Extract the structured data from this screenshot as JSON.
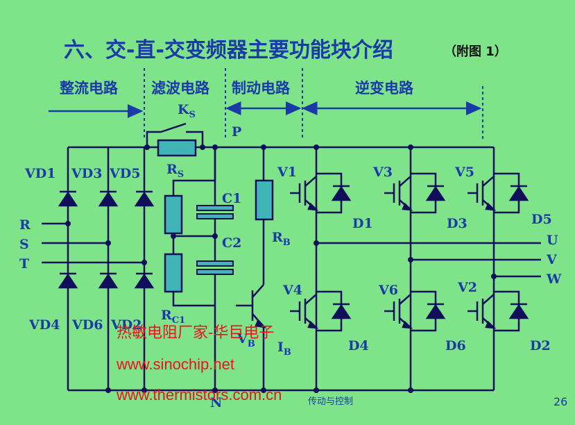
{
  "title": "六、交-直-交变频器主要功能块介绍",
  "figure_ref": "（附图 1）",
  "sections": [
    {
      "label": "整流电路"
    },
    {
      "label": "滤波电路"
    },
    {
      "label": "制动电路"
    },
    {
      "label": "逆变电路"
    }
  ],
  "labels": {
    "ks": "K",
    "ks_sub": "S",
    "rs": "R",
    "rs_sub": "S",
    "rc": "R",
    "rc_sub": "C1",
    "c1": "C1",
    "c2": "C2",
    "p": "P",
    "n": "N",
    "rb": "R",
    "rb_sub": "B",
    "vb": "V",
    "vb_sub": "B",
    "ib": "I",
    "ib_sub": "B",
    "r": "R",
    "s": "S",
    "t": "T",
    "u": "U",
    "v": "V",
    "w": "W",
    "vd1": "VD1",
    "vd3": "VD3",
    "vd5": "VD5",
    "vd4": "VD4",
    "vd6": "VD6",
    "vd2": "VD2",
    "v1": "V1",
    "v3": "V3",
    "v5": "V5",
    "v4": "V4",
    "v6": "V6",
    "v2": "V2",
    "d1": "D1",
    "d3": "D3",
    "d5": "D5",
    "d4": "D4",
    "d6": "D6",
    "d2": "D2",
    "footer": "传动与控制",
    "page_number": "26"
  },
  "watermark": {
    "line1": "热敏电阻厂家-华巨电子",
    "line2": "www.sinochip.net",
    "line3": "www.thermistors.com.cn"
  },
  "colors": {
    "background": "#7fe38a",
    "title": "#1a3aa8",
    "section_text": "#1a3aa8",
    "wire": "#10105a",
    "component_fill": "#3fb5b8",
    "watermark": "#e8141e"
  }
}
